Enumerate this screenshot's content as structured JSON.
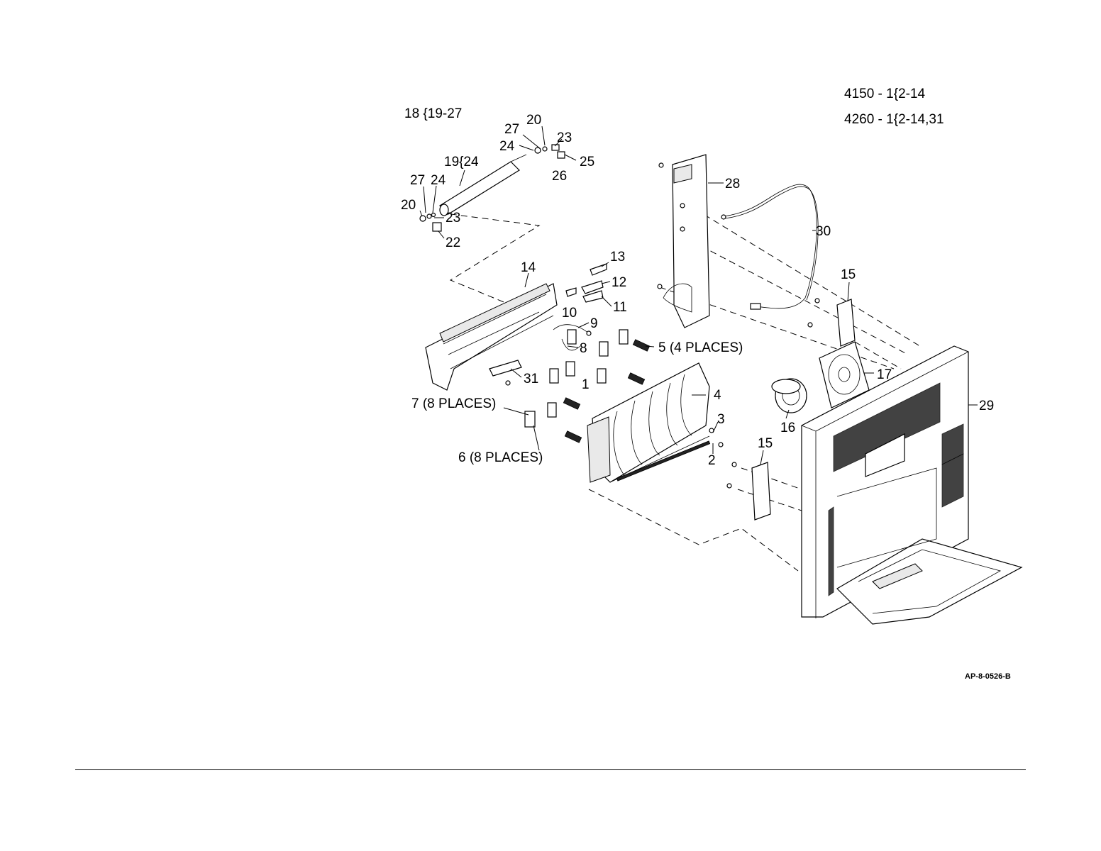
{
  "header": {
    "model_4150": "4150 - 1{2-14",
    "model_4260": "4260 - 1{2-14,31",
    "assembly_18": "18 {19-27"
  },
  "callouts": {
    "c1": "1",
    "c2": "2",
    "c3": "3",
    "c4": "4",
    "c5": "5 (4 PLACES)",
    "c6": "6 (8 PLACES)",
    "c7": "7 (8 PLACES)",
    "c8": "8",
    "c9": "9",
    "c10": "10",
    "c11": "11",
    "c12": "12",
    "c13": "13",
    "c14": "14",
    "c15a": "15",
    "c15b": "15",
    "c16": "16",
    "c17": "17",
    "c19": "19{24",
    "c20a": "20",
    "c20b": "20",
    "c22": "22",
    "c23a": "23",
    "c23b": "23",
    "c24a": "24",
    "c24b": "24",
    "c25": "25",
    "c26": "26",
    "c27a": "27",
    "c27b": "27",
    "c28": "28",
    "c29": "29",
    "c30": "30",
    "c31": "31"
  },
  "figure_id": "AP-8-0526-B"
}
